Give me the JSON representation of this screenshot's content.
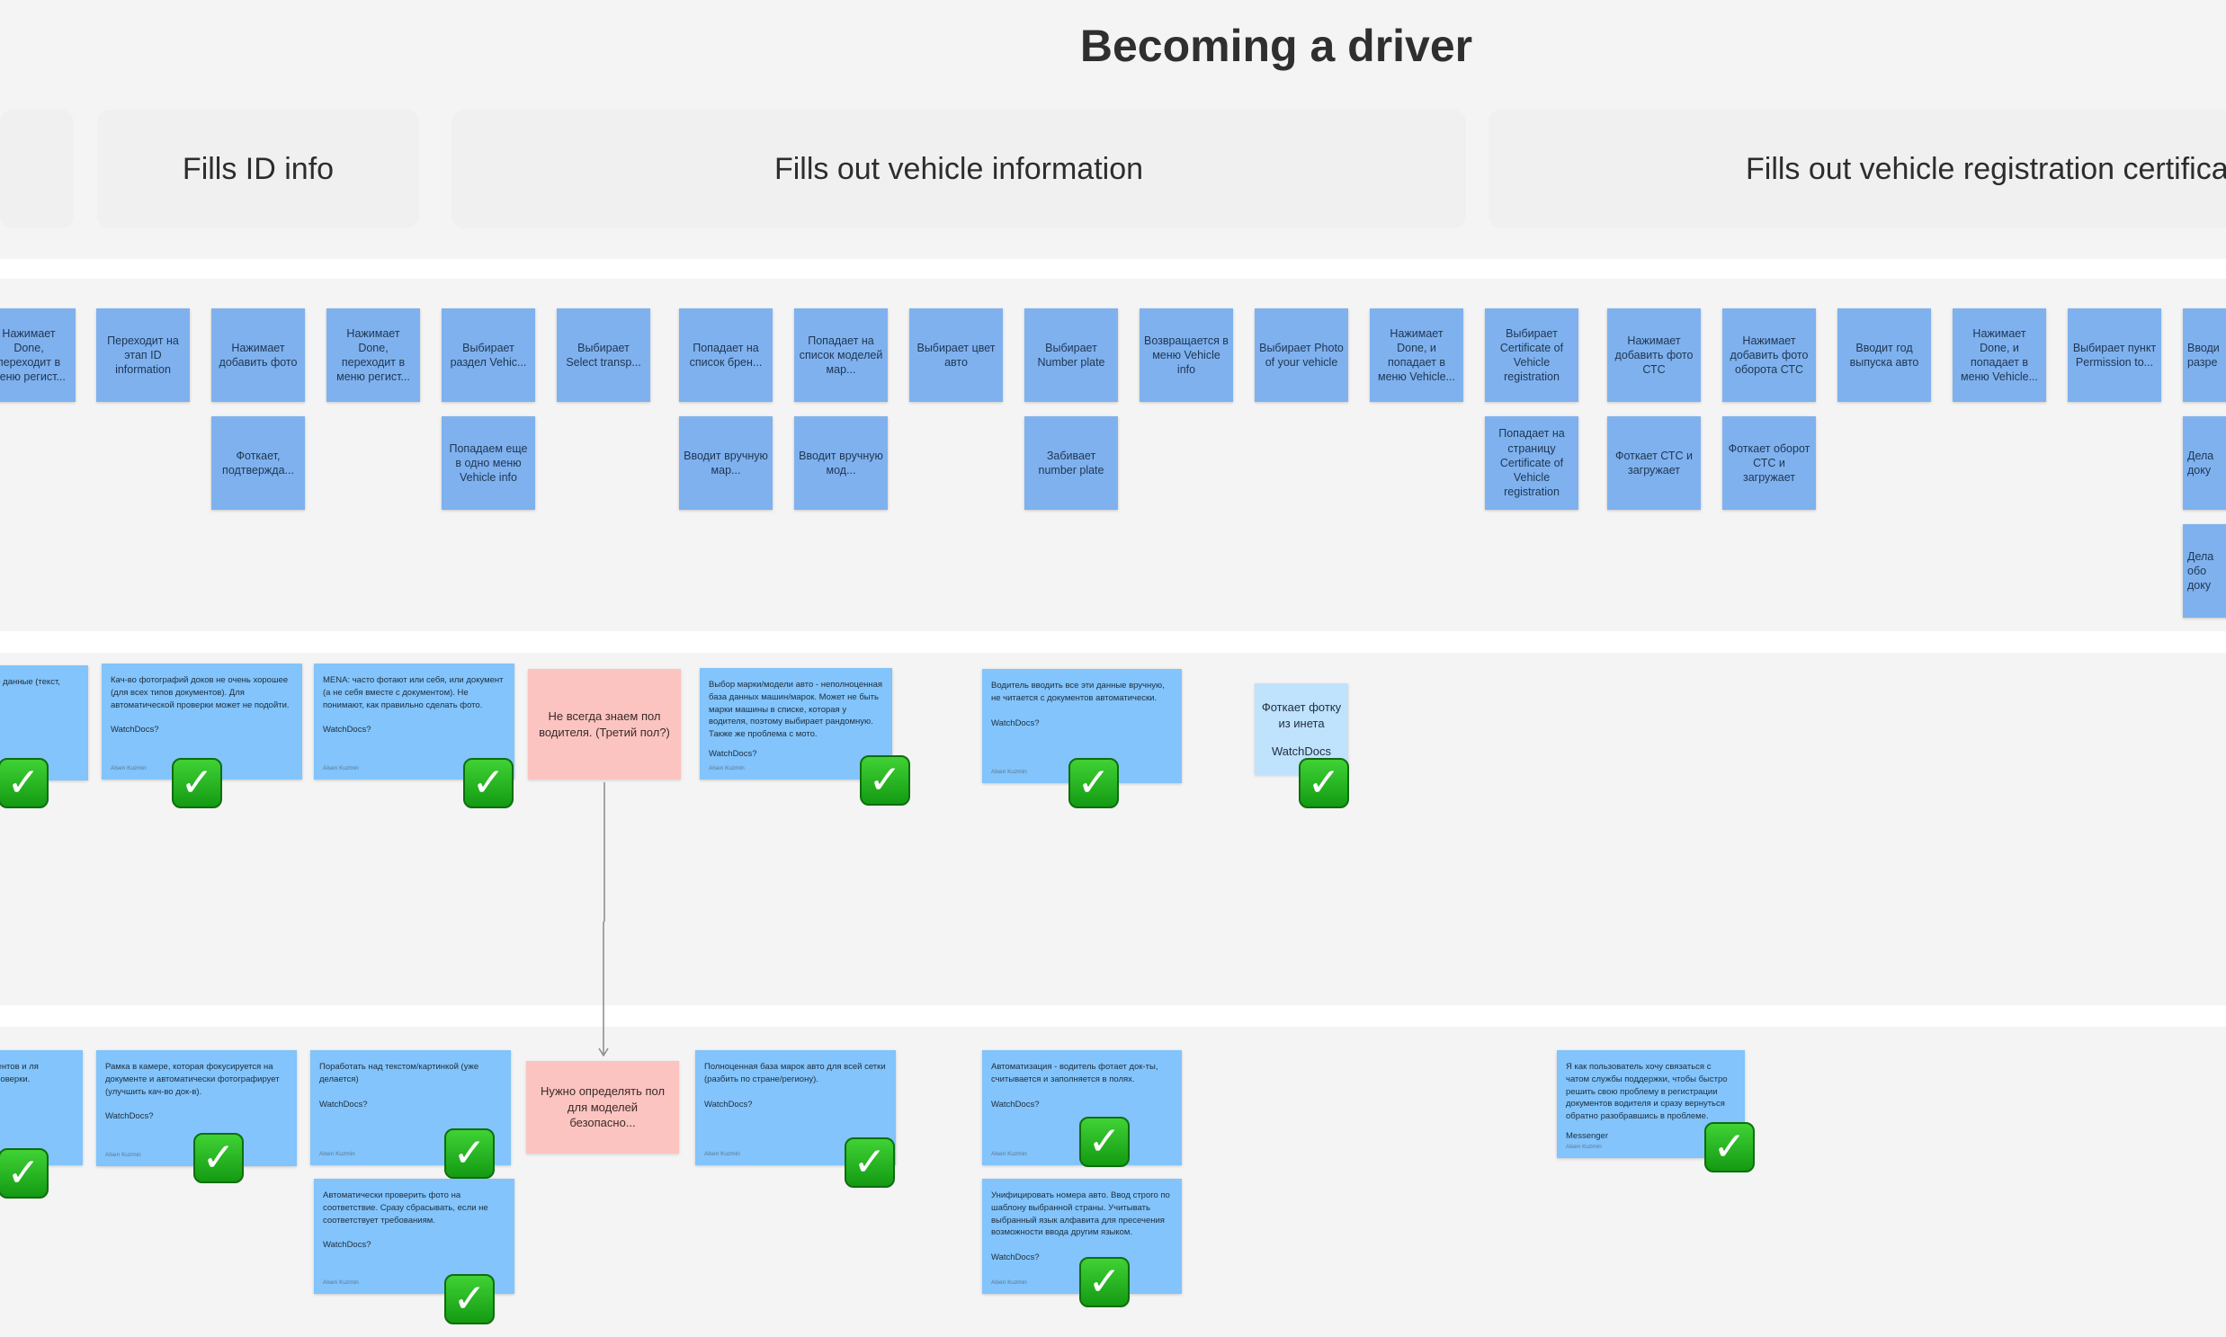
{
  "title": "Becoming a driver",
  "phases": [
    "Fills ID info",
    "Fills out vehicle information",
    "Fills out vehicle registration certifica"
  ],
  "steps": [
    "Нажимает Done, переходит в меню регист...",
    "Переходит на этап ID information",
    "Нажимает добавить фото",
    "Нажимает Done, переходит в меню регист...",
    "Выбирает раздел Vehic...",
    "Выбирает Select transp...",
    "Попадает на список брен...",
    "Попадает на список моделей мар...",
    "Выбирает цвет авто",
    "Выбирает Number plate",
    "Возвращается в меню Vehicle info",
    "Выбирает Photo of your vehicle",
    "Нажимает Done, и попадает в меню Vehicle...",
    "Выбирает Certificate of Vehicle registration",
    "Нажимает добавить фото СТС",
    "Нажимает добавить фото оборота СТС",
    "Вводит год выпуска авто",
    "Нажимает Done, и попадает в меню Vehicle...",
    "Выбирает пункт Permission to...",
    "Вводи разре",
    "Фоткает, подтвержда...",
    "Попадаем еще в одно меню Vehicle info",
    "Вводит вручную мар...",
    "Вводит вручную мод...",
    "Забивает number plate",
    "Попадает на страницу Certificate of Vehicle registration",
    "Фоткает СТС и загружает",
    "Фоткает оборот СТС и загружает",
    "Дела доку",
    "Дела обо доку"
  ],
  "notes_row1": [
    {
      "text": "но данные (текст,",
      "tag": "",
      "author": ""
    },
    {
      "text": "Кач-во фотографий доков не очень хорошее (для всех типов документов). Для автоматической проверки может не подойти.",
      "tag": "WatchDocs?",
      "author": "Alsen Kuzmin"
    },
    {
      "text": "MENA: часто фотают или себя, или документ (а не себя вместе с документом). Не понимают, как правильно сделать фото.",
      "tag": "WatchDocs?",
      "author": "Alsen Kuzmin"
    },
    {
      "text": "Выбор марки/модели авто - неполноценная база данных машин/марок. Может не быть марки машины в списке, которая у водителя, поэтому выбирает рандомную. Также же проблема с мото.",
      "tag": "WatchDocs?",
      "author": "Alsen Kuzmin"
    },
    {
      "text": "Водитель вводить все эти данные вручную, не читается с документов автоматически.",
      "tag": "WatchDocs?",
      "author": "Alsen Kuzmin"
    }
  ],
  "pink_top": "Не всегда знаем пол водителя. (Третий пол?)",
  "light_note": {
    "text": "Фоткает фотку из инета",
    "tag": "WatchDocs"
  },
  "notes_row2": [
    {
      "text": "ментов и ля проверки.",
      "tag": "",
      "author": ""
    },
    {
      "text": "Рамка в камере, которая фокусируется на документе и автоматически фотографирует (улучшить кач-во док-в).",
      "tag": "WatchDocs?",
      "author": "Alsen Kuzmin"
    },
    {
      "text": "Поработать над текстом/картинкой (уже делается)",
      "tag": "WatchDocs?",
      "author": "Alsen Kuzmin"
    },
    {
      "text": "Полноценная база марок авто для всей сетки (разбить по стране/региону).",
      "tag": "WatchDocs?",
      "author": "Alsen Kuzmin"
    },
    {
      "text": "Автоматизация - водитель фотает док-ты, считывается и заполняется в полях.",
      "tag": "WatchDocs?",
      "author": "Alsen Kuzmin"
    },
    {
      "text": "Я как пользователь хочу связаться с чатом службы поддержки, чтобы быстро решить свою проблему в регистрации документов водителя и сразу вернуться обратно разобравшись в проблеме.",
      "tag": "Messenger",
      "author": "Alsen Kuzmin"
    },
    {
      "text": "Автоматически проверить фото на соответствие. Сразу сбрасывать, если не соответствует требованиям.",
      "tag": "WatchDocs?",
      "author": "Alsen Kuzmin"
    },
    {
      "text": "Унифицировать номера авто. Ввод строго по шаблону выбранной страны. Учитывать выбранный язык алфавита для пресечения возможности ввода другим языком.",
      "tag": "WatchDocs?",
      "author": "Alsen Kuzmin"
    }
  ],
  "pink_bottom": "Нужно определять пол для моделей безопасно...",
  "check_glyph": "✓",
  "colors": {
    "step": "#7fb1ee",
    "note": "#82c4fb",
    "pink": "#fbc4c1",
    "light": "#bfe2fd",
    "check": "#1db31a"
  }
}
